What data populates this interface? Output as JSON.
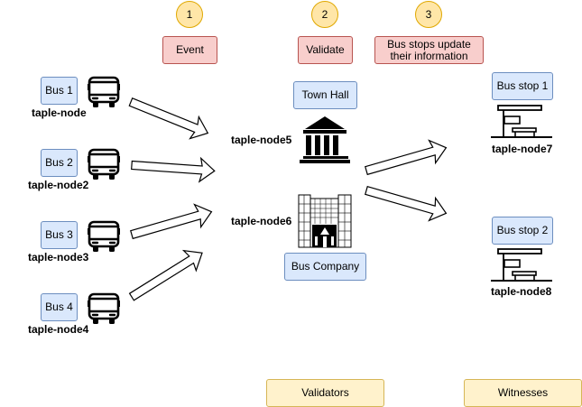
{
  "steps": [
    {
      "number": "1",
      "label": "Event"
    },
    {
      "number": "2",
      "label": "Validate"
    },
    {
      "number": "3",
      "label": "Bus stops update their information"
    }
  ],
  "buses": [
    {
      "label": "Bus 1",
      "node": "taple-node"
    },
    {
      "label": "Bus 2",
      "node": "taple-node2"
    },
    {
      "label": "Bus 3",
      "node": "taple-node3"
    },
    {
      "label": "Bus 4",
      "node": "taple-node4"
    }
  ],
  "validators": [
    {
      "label": "Town Hall",
      "node": "taple-node5",
      "icon": "government-building-icon"
    },
    {
      "label": "Bus Company",
      "node": "taple-node6",
      "icon": "office-building-icon"
    }
  ],
  "bus_stops": [
    {
      "label": "Bus stop 1",
      "node": "taple-node7"
    },
    {
      "label": "Bus stop 2",
      "node": "taple-node8"
    }
  ],
  "legend": {
    "validators": "Validators",
    "witnesses": "Witnesses"
  },
  "colors": {
    "bus_box": "#dae8fc",
    "step_box": "#f8cecc",
    "legend_box": "#fff2cc",
    "step_circle": "#ffe6a8"
  }
}
